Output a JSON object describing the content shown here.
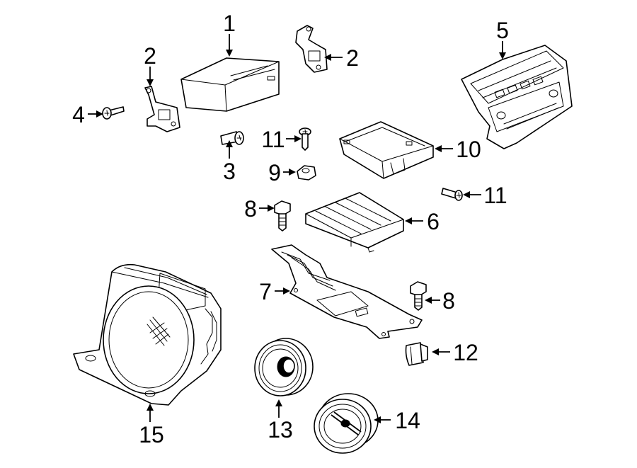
{
  "callouts": {
    "c1": "1",
    "c2a": "2",
    "c2b": "2",
    "c3": "3",
    "c4": "4",
    "c5": "5",
    "c6": "6",
    "c7": "7",
    "c8a": "8",
    "c8b": "8",
    "c9": "9",
    "c10": "10",
    "c11a": "11",
    "c11b": "11",
    "c12": "12",
    "c13": "13",
    "c14": "14",
    "c15": "15"
  }
}
